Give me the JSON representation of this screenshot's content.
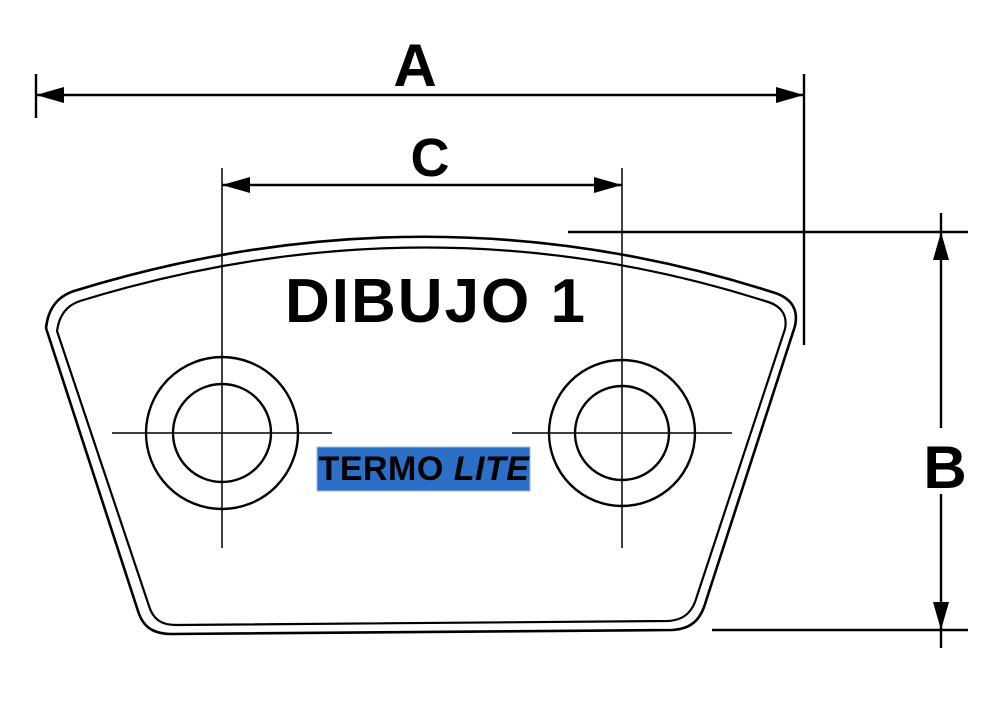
{
  "drawing": {
    "title": "DIBUJO 1",
    "dimensions": {
      "width_label": "A",
      "height_label": "B",
      "hole_spacing_label": "C"
    },
    "logo": {
      "text_main": "TERMO",
      "text_accent": "LITE",
      "bg_color": "#2c6fc7",
      "text_color": "#ffffff"
    },
    "colors": {
      "line": "#000000",
      "background": "#ffffff"
    }
  }
}
